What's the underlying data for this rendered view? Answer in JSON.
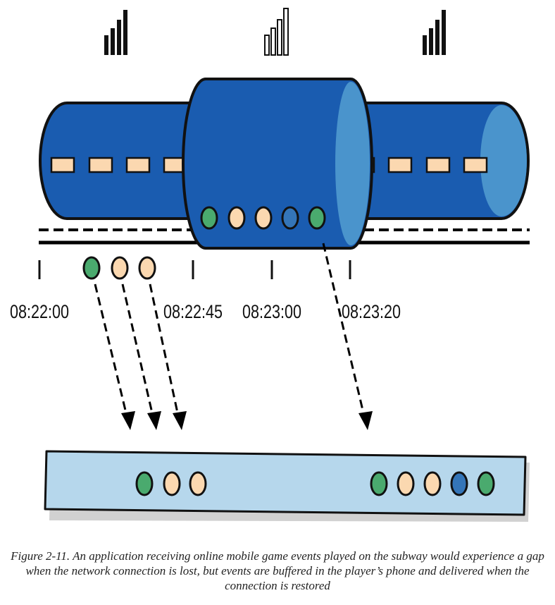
{
  "timeline": {
    "ticks": [
      "08:22:00",
      "08:22:45",
      "08:23:00",
      "08:23:20"
    ]
  },
  "signal_bars": [
    {
      "name": "signal-strong-left-icon",
      "state": "strong"
    },
    {
      "name": "signal-lost-middle-icon",
      "state": "lost"
    },
    {
      "name": "signal-strong-right-icon",
      "state": "strong"
    }
  ],
  "events": {
    "buffered_in_phone": [
      "green",
      "orange",
      "orange",
      "blue",
      "green"
    ],
    "delivered_online": [
      "green",
      "orange",
      "orange"
    ],
    "received_batch_1": [
      "green",
      "orange",
      "orange"
    ],
    "received_batch_2": [
      "green",
      "orange",
      "orange",
      "blue",
      "green"
    ]
  },
  "colors": {
    "tunnel_blue": "#1a5cb0",
    "tunnel_light": "#4a94cc",
    "event_green": "#4aaa6e",
    "event_orange": "#fbd8b0",
    "event_blue": "#3475b8",
    "receiver_fill": "#b6d7ec"
  },
  "caption": "Figure 2-11. An application receiving online mobile game events played on the subway would experience a gap when the network connection is lost, but events are buffered in the player’s phone and delivered when the connection is restored"
}
